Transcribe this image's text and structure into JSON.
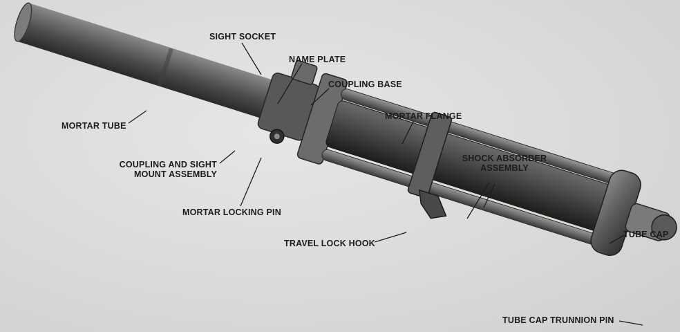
{
  "labels": {
    "sight_socket": "SIGHT SOCKET",
    "name_plate": "NAME PLATE",
    "coupling_base": "COUPLING BASE",
    "mortar_flange": "MORTAR FLANGE",
    "mortar_tube": "MORTAR TUBE",
    "coupling_sight_line1": "COUPLING AND SIGHT",
    "coupling_sight_line2": "MOUNT ASSEMBLY",
    "shock_absorber_line1": "SHOCK ABSORBER",
    "shock_absorber_line2": "ASSEMBLY",
    "mortar_locking_pin": "MORTAR LOCKING PIN",
    "travel_lock_hook": "TRAVEL LOCK HOOK",
    "tube_cap": "TUBE CAP",
    "tube_cap_trunnion_pin": "TUBE CAP TRUNNION PIN"
  }
}
